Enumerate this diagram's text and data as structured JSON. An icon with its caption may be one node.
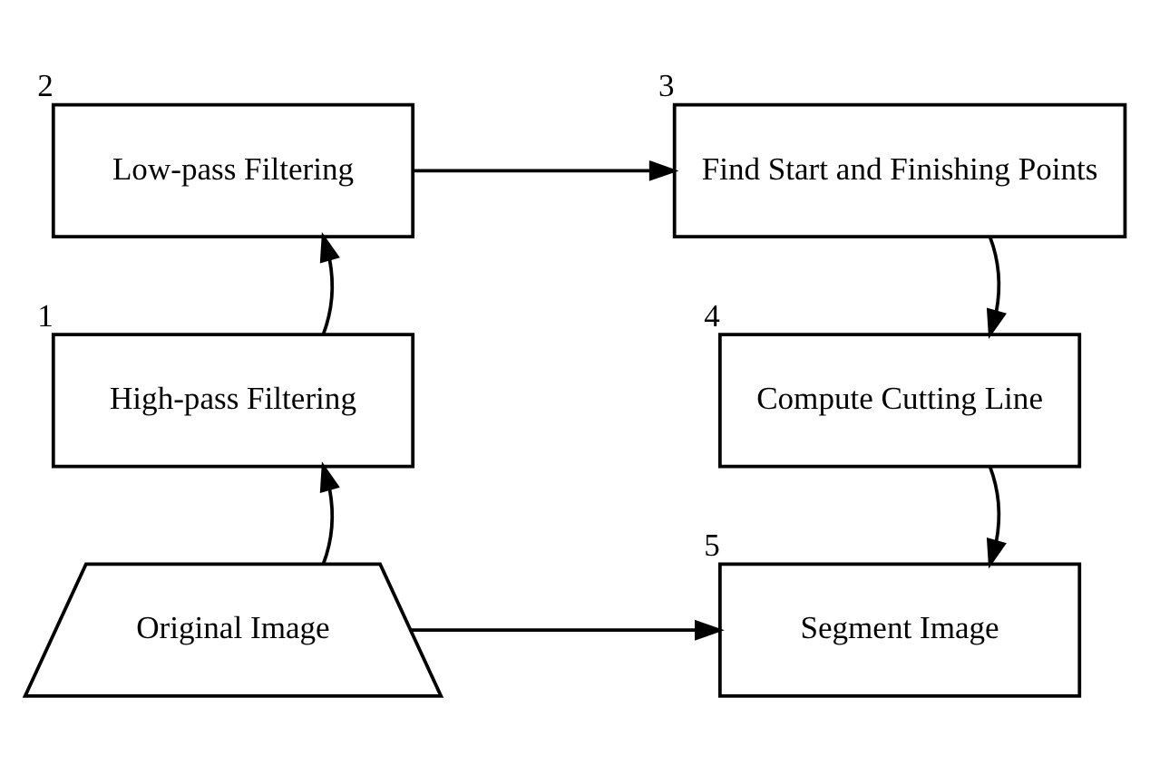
{
  "diagram": {
    "nodes": [
      {
        "text": [
          "Low-pass Filtering"
        ],
        "beside": [
          "2"
        ]
      },
      {
        "text": [
          "Find Start and Finishing Points"
        ],
        "beside": [
          "3"
        ]
      },
      {
        "text": [
          "High-pass Filtering"
        ],
        "beside": [
          "1"
        ]
      },
      {
        "text": [
          "Compute Cutting Line"
        ],
        "beside": [
          "4"
        ]
      },
      {
        "text": [
          "Original Image"
        ]
      },
      {
        "text": [
          "Segment Image"
        ],
        "beside": [
          "5"
        ]
      }
    ],
    "edges": [
      {
        "from": 4,
        "to": 2,
        "arrow": "to"
      },
      {
        "from": 2,
        "to": 0,
        "arrow": "to"
      },
      {
        "from": 0,
        "to": 1,
        "arrow": "to"
      },
      {
        "from": 1,
        "to": 3,
        "arrow": "to"
      },
      {
        "from": 3,
        "to": 5,
        "arrow": "to"
      },
      {
        "from": 4,
        "to": 5,
        "arrow": "to"
      }
    ]
  }
}
